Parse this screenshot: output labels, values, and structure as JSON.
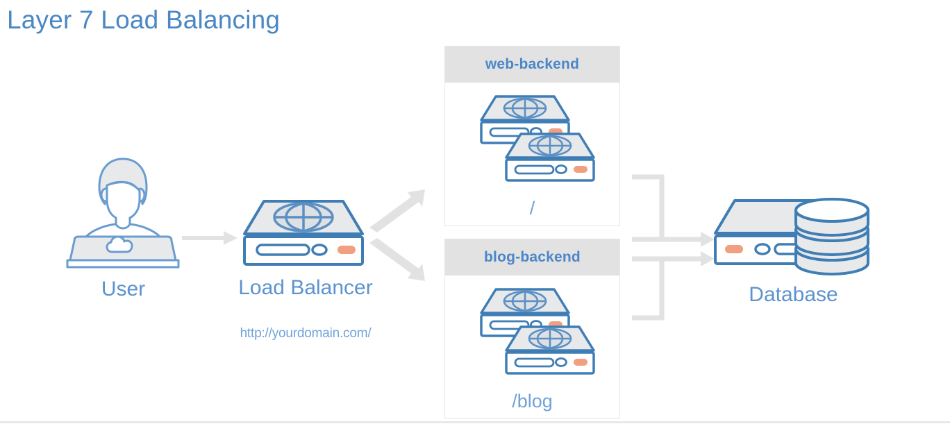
{
  "page": {
    "title": "Layer 7 Load Balancing",
    "background": "#ffffff"
  },
  "colors": {
    "title_blue": "#4a87c4",
    "label_blue": "#5b93cf",
    "url_blue": "#6ea3da",
    "header_blue": "#4a86c8",
    "icon_stroke": "#4a85bf",
    "icon_fill": "#e7e9ea",
    "icon_white": "#ffffff",
    "accent_orange": "#f0a080",
    "arrow_gray": "#e2e2e2",
    "box_header_gray": "#e2e2e2",
    "box_border_gray": "#e6e6e6"
  },
  "nodes": {
    "user": {
      "label": "User",
      "icon": "user-laptop-icon",
      "laptop_logo": "cloud-icon"
    },
    "load_balancer": {
      "label": "Load Balancer",
      "url": "http://yourdomain.com/",
      "icon": "server-globe-icon"
    },
    "database": {
      "label": "Database",
      "icon": "database-server-icon"
    }
  },
  "backends": [
    {
      "name": "web-backend",
      "path": "/",
      "server_count": 2,
      "icon": "server-globe-icon"
    },
    {
      "name": "blog-backend",
      "path": "/blog",
      "server_count": 2,
      "icon": "server-globe-icon"
    }
  ],
  "connectors": [
    {
      "name": "user-to-load-balancer",
      "from": "user",
      "to": "load_balancer",
      "style": "straight-arrow"
    },
    {
      "name": "load-balancer-to-web-backend",
      "from": "load_balancer",
      "to": "web-backend",
      "style": "diagonal-arrow-up"
    },
    {
      "name": "load-balancer-to-blog-backend",
      "from": "load_balancer",
      "to": "blog-backend",
      "style": "diagonal-arrow-down"
    },
    {
      "name": "web-backend-to-database",
      "from": "web-backend",
      "to": "database",
      "style": "elbow-arrow"
    },
    {
      "name": "blog-backend-to-database",
      "from": "blog-backend",
      "to": "database",
      "style": "elbow-arrow"
    }
  ]
}
